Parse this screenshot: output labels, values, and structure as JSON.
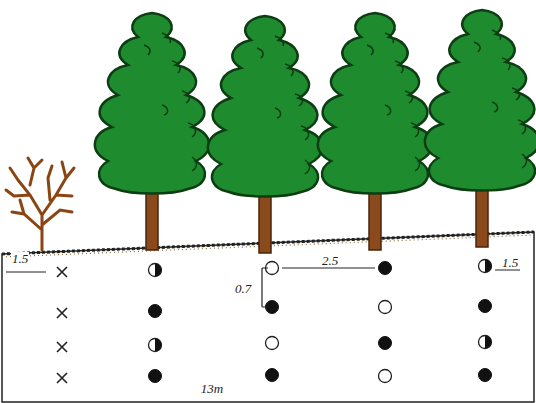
{
  "diagram": {
    "labels": [
      "1.5",
      "0.7",
      "2.5",
      "1.5",
      "13m"
    ]
  }
}
